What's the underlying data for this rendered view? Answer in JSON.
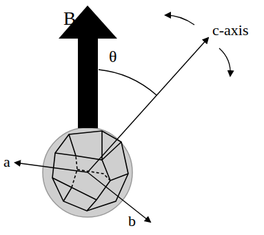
{
  "diagram": {
    "labels": [
      "B",
      "θ",
      "c-axis",
      "a",
      "b"
    ]
  }
}
